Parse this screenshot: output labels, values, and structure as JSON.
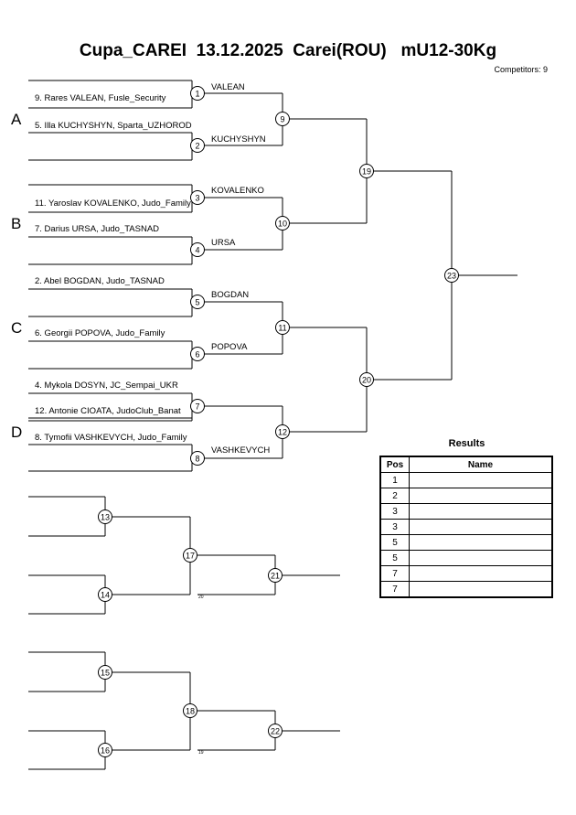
{
  "title": "Cupa_CAREI  13.12.2025  Carei(ROU)   mU12-30Kg",
  "competitors_label": "Competitors: 9",
  "pools": [
    "A",
    "B",
    "C",
    "D"
  ],
  "entries": [
    "9. Rares VALEAN, Fusle_Security",
    "5. Illa KUCHYSHYN, Sparta_UZHOROD",
    "11. Yaroslav KOVALENKO, Judo_Family",
    "7. Darius URSA, Judo_TASNAD",
    "2. Abel BOGDAN, Judo_TASNAD",
    "6. Georgii POPOVA, Judo_Family",
    "4. Mykola DOSYN, JC_Sempai_UKR",
    "12. Antonie CIOATA, JudoClub_Banat",
    "8. Tymofii VASHKEVYCH, Judo_Family"
  ],
  "winners": [
    "VALEAN",
    "KUCHYSHYN",
    "KOVALENKO",
    "URSA",
    "BOGDAN",
    "POPOVA",
    "VASHKEVYCH"
  ],
  "match_numbers": [
    "1",
    "2",
    "3",
    "4",
    "5",
    "6",
    "7",
    "8",
    "9",
    "10",
    "11",
    "12",
    "13",
    "14",
    "15",
    "16",
    "17",
    "18",
    "19",
    "20",
    "21",
    "22",
    "23"
  ],
  "repechage_marks": [
    "20",
    "19"
  ],
  "results": {
    "title": "Results",
    "headers": [
      "Pos",
      "Name"
    ],
    "rows": [
      {
        "pos": "1",
        "name": ""
      },
      {
        "pos": "2",
        "name": ""
      },
      {
        "pos": "3",
        "name": ""
      },
      {
        "pos": "3",
        "name": ""
      },
      {
        "pos": "5",
        "name": ""
      },
      {
        "pos": "5",
        "name": ""
      },
      {
        "pos": "7",
        "name": ""
      },
      {
        "pos": "7",
        "name": ""
      }
    ]
  }
}
